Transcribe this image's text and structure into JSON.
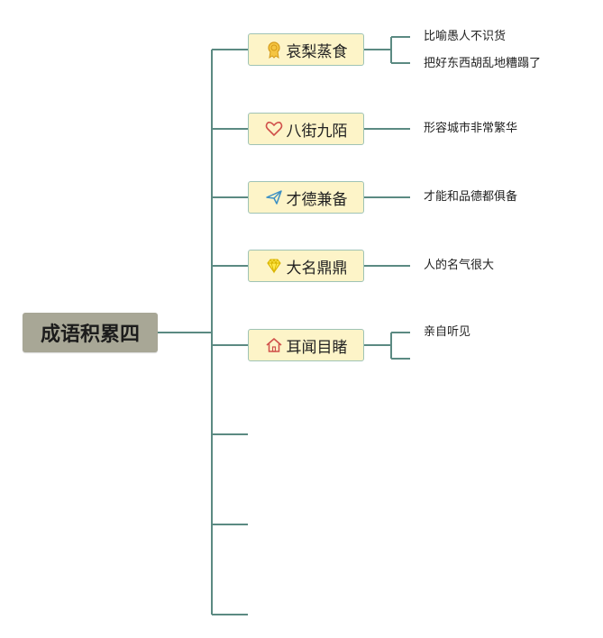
{
  "root": {
    "label": "成语积累四"
  },
  "branches": [
    {
      "label": "哀梨蒸食",
      "icon": "award-ribbon-icon",
      "leaves": [
        "比喻愚人不识货",
        "把好东西胡乱地糟蹋了"
      ]
    },
    {
      "label": "八街九陌",
      "icon": "heart-icon",
      "leaves": [
        "形容城市非常繁华"
      ]
    },
    {
      "label": "才德兼备",
      "icon": "paper-plane-icon",
      "leaves": [
        "才能和品德都俱备"
      ]
    },
    {
      "label": "大名鼎鼎",
      "icon": "diamond-icon",
      "leaves": [
        "人的名气很大"
      ]
    },
    {
      "label": "耳闻目睹",
      "icon": "home-icon",
      "leaves": [
        "亲自听见"
      ]
    }
  ],
  "colors": {
    "connector": "#5b8a82",
    "node_fill": "#fdf4c8",
    "node_border": "#9fc3b5",
    "root_fill": "#a8a796"
  }
}
